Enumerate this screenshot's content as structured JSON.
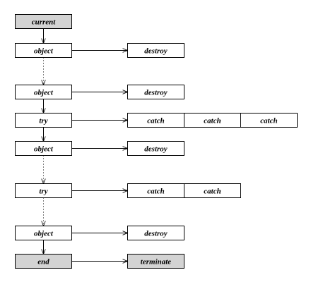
{
  "colors": {
    "background": "#ffffff",
    "box_fill": "#ffffff",
    "box_fill_shaded": "#d3d3d3",
    "stroke": "#000000"
  },
  "nodes": [
    {
      "id": "current",
      "label": "current",
      "shaded": true
    },
    {
      "id": "object1",
      "label": "object",
      "shaded": false
    },
    {
      "id": "destroy1",
      "label": "destroy",
      "shaded": false
    },
    {
      "id": "object2",
      "label": "object",
      "shaded": false
    },
    {
      "id": "destroy2",
      "label": "destroy",
      "shaded": false
    },
    {
      "id": "try1",
      "label": "try",
      "shaded": false
    },
    {
      "id": "catch1a",
      "label": "catch",
      "shaded": false
    },
    {
      "id": "catch1b",
      "label": "catch",
      "shaded": false
    },
    {
      "id": "catch1c",
      "label": "catch",
      "shaded": false
    },
    {
      "id": "object3",
      "label": "object",
      "shaded": false
    },
    {
      "id": "destroy3",
      "label": "destroy",
      "shaded": false
    },
    {
      "id": "try2",
      "label": "try",
      "shaded": false
    },
    {
      "id": "catch2a",
      "label": "catch",
      "shaded": false
    },
    {
      "id": "catch2b",
      "label": "catch",
      "shaded": false
    },
    {
      "id": "object4",
      "label": "object",
      "shaded": false
    },
    {
      "id": "destroy4",
      "label": "destroy",
      "shaded": false
    },
    {
      "id": "end",
      "label": "end",
      "shaded": true
    },
    {
      "id": "terminate",
      "label": "terminate",
      "shaded": true
    }
  ],
  "edges": [
    {
      "from": "current",
      "to": "object1",
      "style": "solid"
    },
    {
      "from": "object1",
      "to": "object2",
      "style": "dotted"
    },
    {
      "from": "object2",
      "to": "try1",
      "style": "solid"
    },
    {
      "from": "try1",
      "to": "object3",
      "style": "solid"
    },
    {
      "from": "object3",
      "to": "try2",
      "style": "dotted"
    },
    {
      "from": "try2",
      "to": "object4",
      "style": "dotted"
    },
    {
      "from": "object4",
      "to": "end",
      "style": "solid"
    },
    {
      "from": "object1",
      "to": "destroy1",
      "style": "solid"
    },
    {
      "from": "object2",
      "to": "destroy2",
      "style": "solid"
    },
    {
      "from": "try1",
      "to": "catch1a",
      "style": "solid"
    },
    {
      "from": "object3",
      "to": "destroy3",
      "style": "solid"
    },
    {
      "from": "try2",
      "to": "catch2a",
      "style": "solid"
    },
    {
      "from": "object4",
      "to": "destroy4",
      "style": "solid"
    },
    {
      "from": "end",
      "to": "terminate",
      "style": "solid"
    }
  ]
}
